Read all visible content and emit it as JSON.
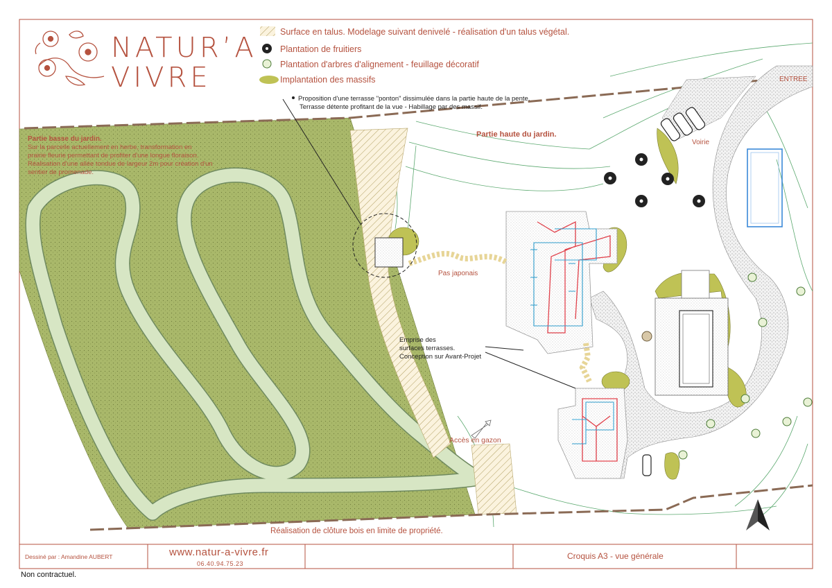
{
  "brand": {
    "line1": "NATUR’A",
    "line2": "VIVRE",
    "color": "#b5523f"
  },
  "legend": [
    {
      "key": "talus",
      "label": "Surface en talus. Modelage suivant denivelé - réalisation d'un talus végétal."
    },
    {
      "key": "fruitiers",
      "label": "Plantation de fruitiers"
    },
    {
      "key": "alignement",
      "label": "Plantation d'arbres d'alignement - feuillage décoratif"
    },
    {
      "key": "massifs",
      "label": "Implantation des massifs"
    }
  ],
  "notes": {
    "ponton_line1": "Proposition d'une terrasse \"ponton\" dissimulée dans la partie haute de la pente.",
    "ponton_line2": "Terrasse détente profitant de la vue - Habillage par des massif.",
    "partie_basse_title": "Partie basse du jardin.",
    "partie_basse_lines": [
      "Sur la parcelle actuellement en herbe, transformation en",
      "prairie fleurie permettant de profiter d'une longue floraison.",
      "Réalisation d'une allée tondue de largeur 2m pour création d'un",
      "sentier de promenade."
    ],
    "partie_haute": "Partie haute du jardin.",
    "voirie": "Voirie",
    "entree": "ENTREE",
    "pas_japonais": "Pas japonais",
    "emprise_lines": [
      "Emprise des",
      "surfaces terrasses.",
      "Conception sur Avant-Projet"
    ],
    "acces": "Accès en gazon",
    "cloture": "Réalisation de clôture bois en limite de propriété."
  },
  "footer": {
    "designer": "Dessiné par : Amandine AUBERT",
    "url": "www.natur-a-vivre.fr",
    "phone": "06.40.94.75.23",
    "sheet_title": "Croquis A3 - vue générale",
    "disclaimer": "Non contractuel."
  },
  "colors": {
    "meadow": "#a9b86a",
    "path": "#d7e6c4",
    "massif": "#bfc255",
    "talus_hatch": "#c8b87a",
    "talus_bg": "#fbf3de",
    "fence": "#8a6a55",
    "contour": "#5aa86e",
    "roof_red": "#e0404a",
    "roof_blue": "#30a0d0",
    "pool": "#3a88d8"
  }
}
